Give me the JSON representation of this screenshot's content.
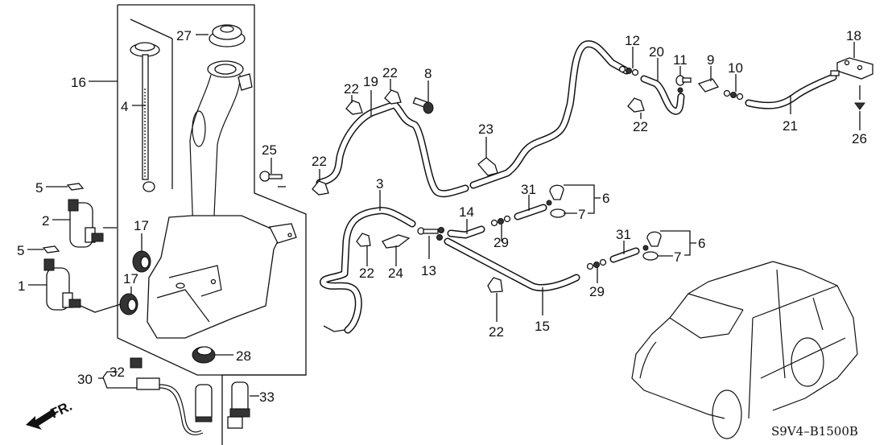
{
  "diagram": {
    "title": "Windshield Washer Parts Diagram",
    "reference_code": "S9V4–B1500B",
    "direction_indicator": "FR."
  },
  "callouts": {
    "p1": "1",
    "p2": "2",
    "p3": "3",
    "p4": "4",
    "p5a": "5",
    "p5b": "5",
    "p6a": "6",
    "p6b": "6",
    "p7a": "7",
    "p7b": "7",
    "p8": "8",
    "p9": "9",
    "p10": "10",
    "p11": "11",
    "p12": "12",
    "p13": "13",
    "p14": "14",
    "p15": "15",
    "p16": "16",
    "p17a": "17",
    "p17b": "17",
    "p18": "18",
    "p19": "19",
    "p20": "20",
    "p21": "21",
    "p22a": "22",
    "p22b": "22",
    "p22c": "22",
    "p22d": "22",
    "p22e": "22",
    "p22f": "22",
    "p23": "23",
    "p24": "24",
    "p25": "25",
    "p26": "26",
    "p27": "27",
    "p28": "28",
    "p29a": "29",
    "p29b": "29",
    "p30": "30",
    "p31a": "31",
    "p31b": "31",
    "p32": "32",
    "p33": "33"
  }
}
